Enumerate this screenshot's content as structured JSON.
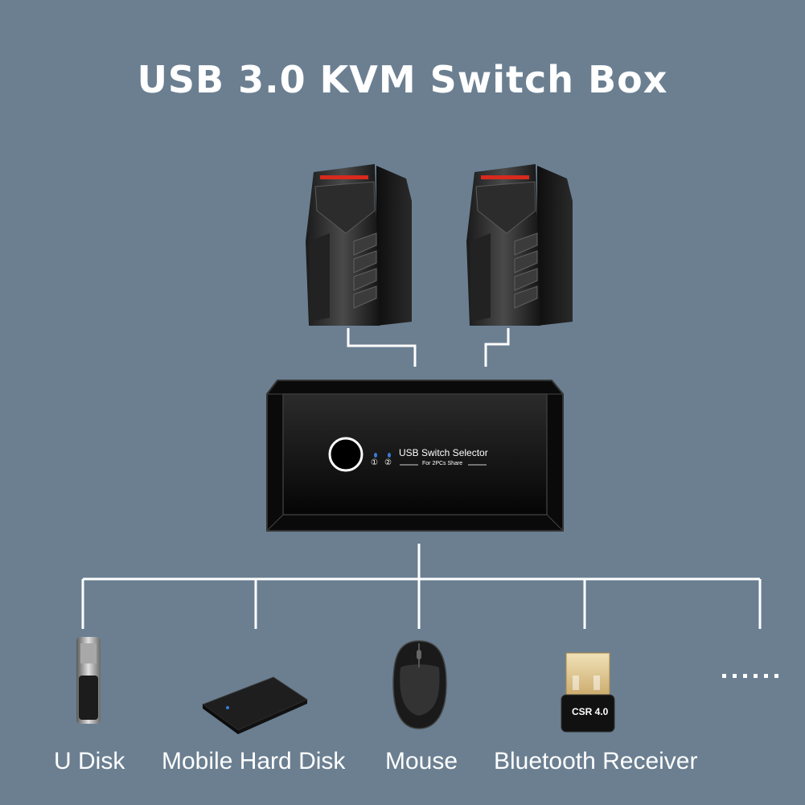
{
  "title": "USB 3.0 KVM Switch Box",
  "switch_box": {
    "label": "USB Switch Selector",
    "sublabel": "For 2PCs Share",
    "port_1": "①",
    "port_2": "②"
  },
  "devices": [
    {
      "label": "U Disk",
      "icon": "usb-flash-drive-icon"
    },
    {
      "label": "Mobile Hard Disk",
      "icon": "external-hard-disk-icon"
    },
    {
      "label": "Mouse",
      "icon": "mouse-icon"
    },
    {
      "label": "Bluetooth Receiver",
      "icon": "bluetooth-dongle-icon",
      "device_text": "CSR 4.0"
    }
  ],
  "colors": {
    "background": "#6b7f91",
    "lines": "#ffffff",
    "box": "#111111",
    "led": "#3a7bd5",
    "accent": "#d62a1e"
  }
}
